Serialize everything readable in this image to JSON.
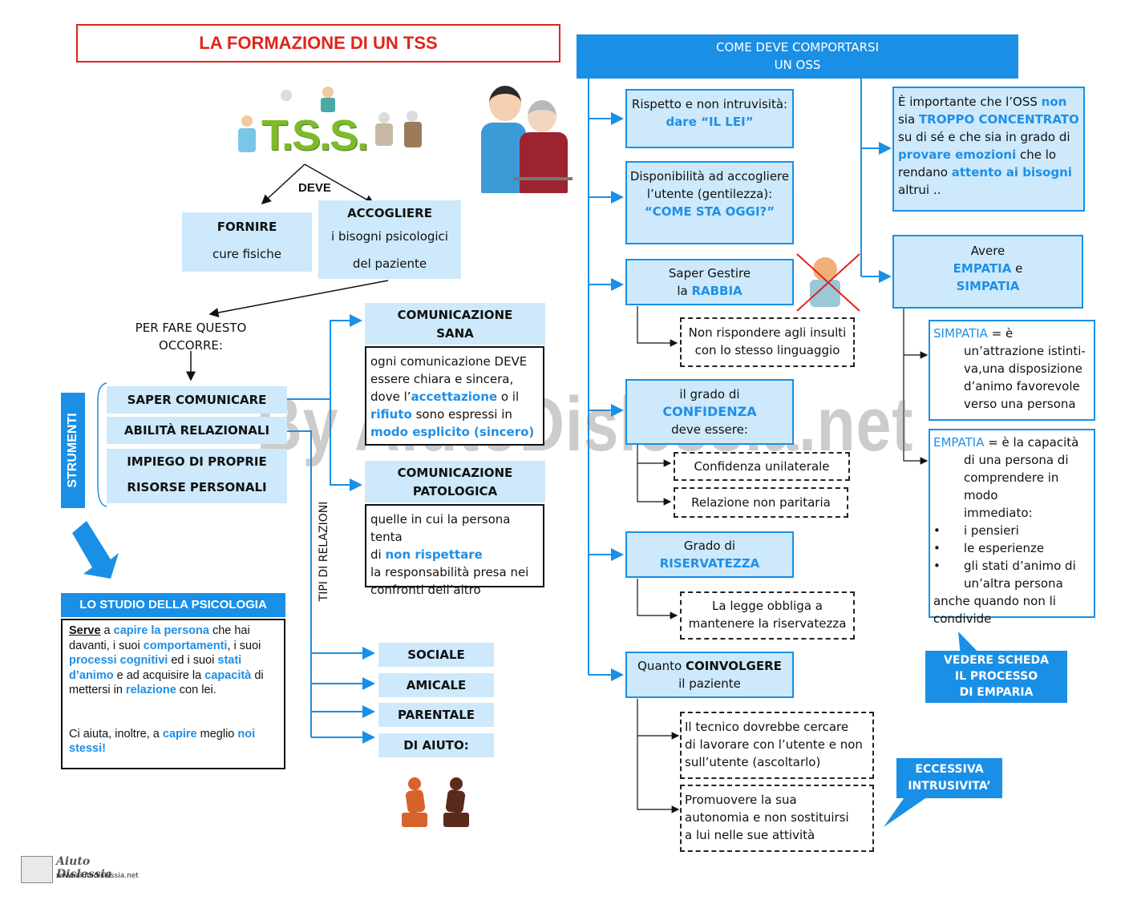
{
  "title": "LA FORMAZIONE DI UN TSS",
  "tss_logo": "T.S.S.",
  "deve": "DEVE",
  "fornire": {
    "title": "FORNIRE",
    "text": "cure fisiche"
  },
  "accogliere": {
    "title": "ACCOGLIERE",
    "line1": "i bisogni psicologici",
    "line2": "del paziente"
  },
  "per_fare": {
    "line1": "PER FARE  QUESTO",
    "line2": "OCCORRE:"
  },
  "strumenti": {
    "label": "STRUMENTI",
    "items": [
      "SAPER COMUNICARE",
      "ABILITÀ RELAZIONALI",
      "IMPIEGO DI PROPRIE",
      "RISORSE PERSONALI"
    ]
  },
  "comunicazione_sana": {
    "title1": "COMUNICAZIONE",
    "title2": "SANA",
    "l1": "ogni comunicazione DEVE",
    "l2": "essere chiara e sincera,",
    "l3a": "dove l’",
    "l3b": "accettazione",
    "l3c": " o il",
    "l4a": "rifiuto",
    "l4b": " sono espressi in",
    "l5": "modo esplicito (sincero)"
  },
  "comunicazione_patologica": {
    "title1": "COMUNICAZIONE",
    "title2": "PATOLOGICA",
    "l1": "quelle in cui la persona tenta",
    "l2a": " di ",
    "l2b": "non rispettare",
    "l3": "la responsabilità presa nei",
    "l4": "confronti dell’altro"
  },
  "tipi_relazioni": {
    "label": "TIPI DI RELAZIONI",
    "items": [
      "SOCIALE",
      "AMICALE",
      "PARENTALE",
      "DI AIUTO:"
    ]
  },
  "psicologia": {
    "title": "LO STUDIO DELLA PSICOLOGIA",
    "serve": "Serve",
    "p1": " a ",
    "capire_persona": "capire la persona",
    "p2": " che hai davanti, i suoi ",
    "comportamenti": "comportamenti",
    "p3": ", i suoi ",
    "processi": "processi cognitivi",
    "p4": " ed i suoi ",
    "stati": "stati d’animo",
    "p5": " e ad  acquisire la ",
    "capacita": "capacità",
    "p6": " di mettersi in ",
    "relazione": "relazione",
    "p7": " con  lei.",
    "q1": "Ci aiuta, inoltre, a ",
    "capire": "capire",
    "q2": "  meglio ",
    "noi": "noi stessi!"
  },
  "oss_header": {
    "line1": "COME DEVE COMPORTARSI",
    "line2": "UN OSS"
  },
  "rispetto": {
    "line1": "Rispetto e non intruvisità:",
    "line2": "dare  “IL LEI”"
  },
  "disponibilita": {
    "line1": "Disponibilità ad accogliere",
    "line2": "l’utente (gentilezza):",
    "line3": "“COME STA OGGI?”"
  },
  "rabbia": {
    "line1": "Saper Gestire",
    "line2a": "la ",
    "line2b": "RABBIA"
  },
  "rabbia_sub": {
    "line1": "Non rispondere agli insulti",
    "line2": "con lo stesso linguaggio"
  },
  "confidenza": {
    "line1": "il grado di",
    "line2": "CONFIDENZA",
    "line3": "deve essere:"
  },
  "confidenza_sub": [
    "Confidenza unilaterale",
    "Relazione non paritaria"
  ],
  "riservatezza": {
    "line1": "Grado di",
    "line2": "RISERVATEZZA"
  },
  "riservatezza_sub": {
    "line1": "La legge obbliga a",
    "line2": "mantenere la riservatezza"
  },
  "coinvolgere": {
    "line1a": "Quanto ",
    "line1b": "COINVOLGERE",
    "line2": "il paziente"
  },
  "coinvolgere_sub1": {
    "line1": "Il tecnico dovrebbe cercare",
    "line2": "di lavorare con l’utente e non",
    "line3": "sull’utente (ascoltarlo)"
  },
  "coinvolgere_sub2": {
    "line1": "Promuovere la sua",
    "line2": "autonomia e non sostituirsi",
    "line3": "a lui nelle sue attività"
  },
  "eccessiva": {
    "line1": "ECCESSIVA",
    "line2": "INTRUSIVITA’"
  },
  "importante": {
    "a": "È importante che l’OSS ",
    "non": "non",
    "b": " sia ",
    "troppo": "TROPPO CONCENTRATO",
    "c": "su di sé e che sia in grado di",
    "provare": "provare emozioni",
    "d": " che lo",
    "e": "rendano ",
    "attento": "attento ai bisogni",
    "f": "altrui .."
  },
  "avere": {
    "line1": "Avere",
    "empatia": "EMPATIA",
    "e": " e",
    "simpatia": "SIMPATIA"
  },
  "simpatia_def": {
    "term": "SIMPATIA",
    "eq": " = è",
    "l1": "un’attrazione istinti-",
    "l2": "va,una disposizione",
    "l3": "d’animo favorevole",
    "l4": "verso una persona"
  },
  "empatia_def": {
    "term": "EMPATIA",
    "eq": " = è la capacità",
    "l1": "di una persona di",
    "l2": "comprendere in modo",
    "l3": "immediato:",
    "bullets": [
      "i pensieri",
      "le esperienze",
      "gli stati d’animo di"
    ],
    "l4": "un’altra persona",
    "l5": "anche quando non li",
    "l6": "condivide"
  },
  "vedere": {
    "line1": "VEDERE SCHEDA",
    "line2": "IL PROCESSO",
    "line3": "DI EMPARIA"
  },
  "watermark": "By AiutoDislessia.net",
  "footer": {
    "logo_text": "Aiuto Dislessia",
    "url": "www.aiutodislessia.net"
  },
  "colors": {
    "blue": "#1a8fe6",
    "light_blue": "#cde9fb",
    "red": "#e0241b",
    "green": "#7dbb2a"
  }
}
